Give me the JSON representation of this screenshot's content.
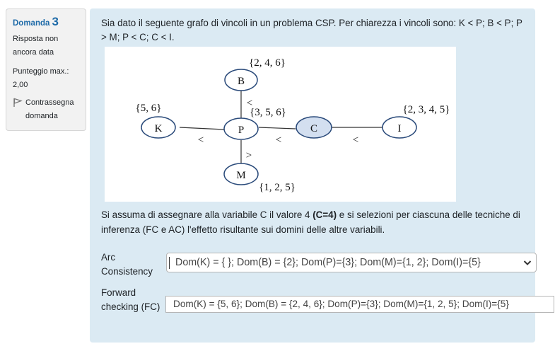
{
  "info": {
    "question_label": "Domanda",
    "question_number": "3",
    "state": "Risposta non ancora data",
    "grade_label": "Punteggio max.:",
    "grade_value": "2,00",
    "flag_label": "Contrassegna domanda"
  },
  "question": {
    "text": "Sia dato il seguente grafo di vincoli in un problema CSP. Per chiarezza i vincoli sono: K < P; B < P; P > M; P < C; C < I.",
    "text2_before": "Si assuma di assegnare alla variabile C il valore 4 ",
    "text2_bold": "(C=4)",
    "text2_after": " e si selezioni per ciascuna delle tecniche di inferenza (FC e AC) l'effetto risultante sui domini delle altre variabili."
  },
  "graph": {
    "nodes": [
      {
        "id": "B",
        "label": "B",
        "domain": "{2, 4, 6}",
        "highlight": false
      },
      {
        "id": "K",
        "label": "K",
        "domain": "{5, 6}",
        "highlight": false
      },
      {
        "id": "P",
        "label": "P",
        "domain": "{3, 5, 6}",
        "highlight": false
      },
      {
        "id": "C",
        "label": "C",
        "domain": "",
        "highlight": true
      },
      {
        "id": "I",
        "label": "I",
        "domain": "{2, 3, 4, 5}",
        "highlight": false
      },
      {
        "id": "M",
        "label": "M",
        "domain": "{1, 2, 5}",
        "highlight": false
      }
    ],
    "edges": [
      {
        "from": "K",
        "to": "P",
        "symbol": "<"
      },
      {
        "from": "B",
        "to": "P",
        "symbol": "<"
      },
      {
        "from": "P",
        "to": "M",
        "symbol": ">"
      },
      {
        "from": "P",
        "to": "C",
        "symbol": "<"
      },
      {
        "from": "C",
        "to": "I",
        "symbol": "<"
      }
    ],
    "colors": {
      "highlight_fill": "#d3dff0",
      "node_stroke": "#2a4a7a"
    }
  },
  "answers": [
    {
      "label": "Arc Consistency",
      "value": "Dom(K) = { }; Dom(B) = {2}; Dom(P)={3}; Dom(M)={1, 2}; Dom(I)={5}"
    },
    {
      "label": "Forward checking (FC)",
      "value": "Dom(K) = {5, 6}; Dom(B) = {2, 4, 6}; Dom(P)={3}; Dom(M)={1, 2, 5}; Dom(I)={5}"
    }
  ],
  "colors": {
    "accent": "#1d6aa8",
    "panel_bg": "#dbeaf3",
    "info_bg": "#f2f2f2"
  },
  "icons": [
    "flag-icon",
    "chevron-down-icon"
  ]
}
